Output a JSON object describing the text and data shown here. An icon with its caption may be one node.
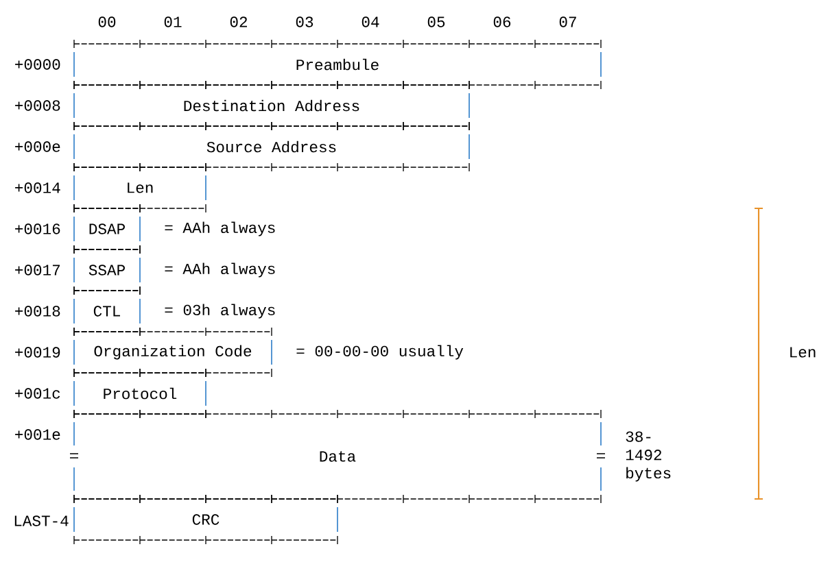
{
  "diagram": {
    "nodes": [
      {
        "text": [
          "Preambule"
        ]
      },
      {
        "text": [
          "Destination Address"
        ]
      },
      {
        "text": [
          "Source Address"
        ]
      },
      {
        "text": [
          "Len"
        ]
      },
      {
        "text": [
          "DSAP"
        ]
      },
      {
        "text": [
          "SSAP"
        ]
      },
      {
        "text": [
          "CTL"
        ]
      },
      {
        "text": [
          "Organization Code"
        ]
      },
      {
        "text": [
          "Protocol"
        ]
      },
      {
        "text": [
          "Data"
        ],
        "beside": [
          "38- 1492 bytes"
        ]
      },
      {
        "text": [
          "CRC"
        ]
      }
    ],
    "labels": [
      "00",
      "01",
      "02",
      "03",
      "04",
      "05",
      "06",
      "07",
      "+0000",
      "+0008",
      "+000e",
      "+0014",
      "+0016",
      "=  AAh always",
      "+0017",
      "=  AAh always",
      "+0018",
      "=  03h always",
      "+0019",
      "= 00-00-00 usually",
      "Len",
      "+001c",
      "+001e",
      "LAST-4"
    ]
  }
}
